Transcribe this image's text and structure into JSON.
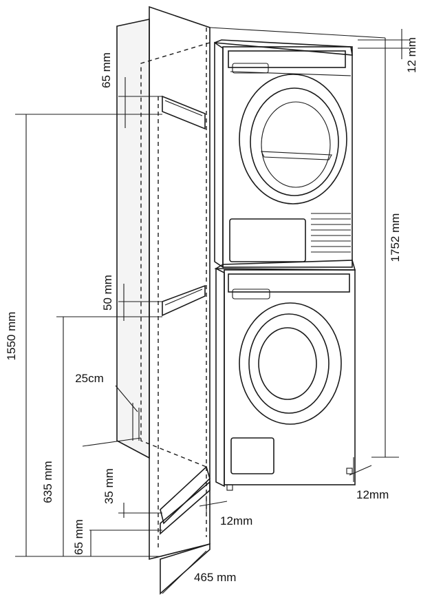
{
  "labels": {
    "top_gap": "65 mm",
    "top_clearance": "12 mm",
    "total_height": "1752 mm",
    "shelf_height": "1550 mm",
    "middle_gap": "50 mm",
    "vent_hole": "25cm",
    "lower_height": "635 mm",
    "bottom_gap": "35 mm",
    "base_height": "65 mm",
    "side_gap": "12mm",
    "rear_gap": "12mm",
    "depth": "465 mm"
  },
  "colors": {
    "line": "#1a1a1a",
    "background": "#ffffff"
  }
}
